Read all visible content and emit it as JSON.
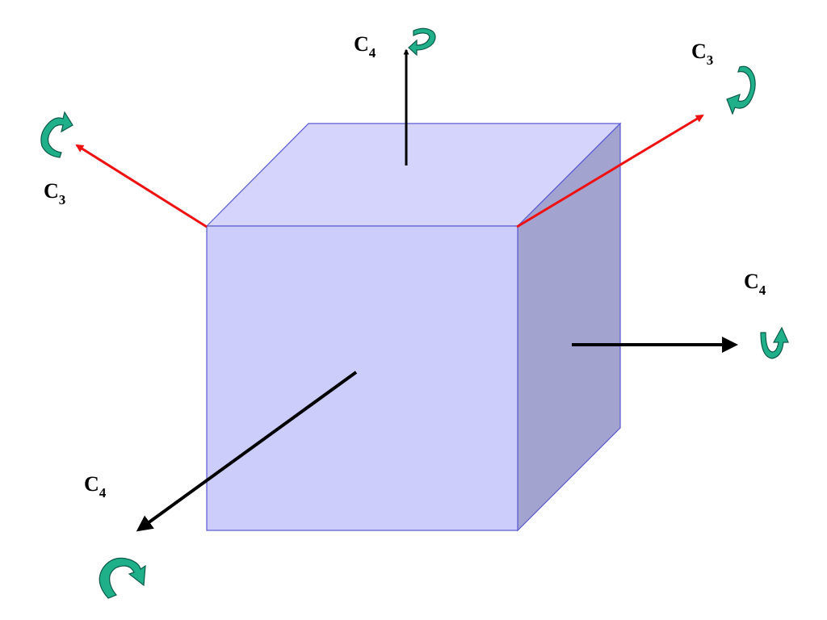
{
  "colors": {
    "cube_face": "#cccdfb",
    "cube_top": "#d4d4fc",
    "cube_side": "#a3a3cf",
    "cube_edge": "#5a5ad0",
    "c4_axis": "#000000",
    "c3_axis": "#ee1111",
    "rotation_arrow_fill": "#1fb08a",
    "rotation_arrow_stroke": "#0c5a4a"
  },
  "icons": {
    "rotation": "curved-rotation-arrow-icon"
  },
  "axes": {
    "top": {
      "symbol": "C",
      "order": "4"
    },
    "right": {
      "symbol": "C",
      "order": "4"
    },
    "front": {
      "symbol": "C",
      "order": "4"
    },
    "diag_left": {
      "symbol": "C",
      "order": "3"
    },
    "diag_right": {
      "symbol": "C",
      "order": "3"
    }
  }
}
